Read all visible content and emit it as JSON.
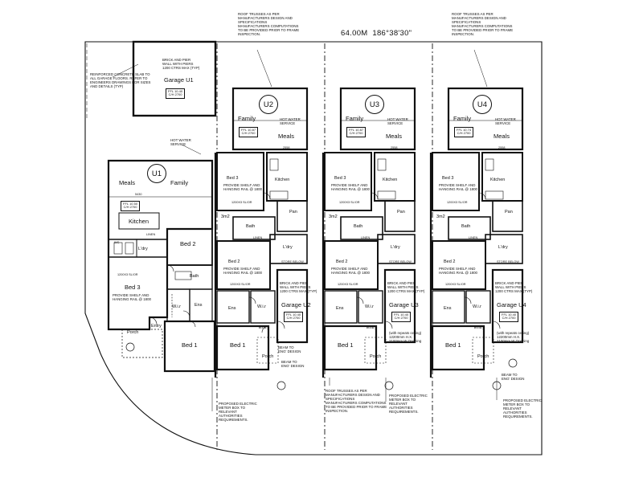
{
  "title": {
    "dimension": "64.00M",
    "bearing": "186°38'30\""
  },
  "units": [
    "U1",
    "U2",
    "U3",
    "U4"
  ],
  "rooms": {
    "family": "Family",
    "meals": "Meals",
    "kitchen": "Kitchen",
    "bed1": "Bed 1",
    "bed2": "Bed 2",
    "bed3": "Bed 3",
    "bath": "Bath",
    "ldry": "L'dry",
    "ens": "Ens",
    "wir": "W.i.r",
    "entry": "Entry",
    "porch": "Porch",
    "pan": "Pan",
    "linen": "LINEN",
    "store": "STORE BELOW",
    "wc": "WC",
    "m2": "3m2",
    "garage_u1": "Garage U1",
    "garage_u2": "Garage U2",
    "garage_u3": "Garage U3",
    "garage_u4": "Garage U4"
  },
  "notes": {
    "roof_trusses_top": "ROOF TRUSSES AS PER\nMANUFACTURERS DESIGN AND\nSPECIFICATIONS\nMANUFACTURERS COMPUTATIONS\nTO BE PROVIDED PRIOR TO FRAME\nINSPECTION.",
    "roof_trusses_bottom": "ROOF TRUSSES AS PER\nMANUFACTURERS DESIGN AND\nSPECIFICATIONS\nMANUFACTURERS COMPUTATIONS\nTO BE PROVIDED PRIOR TO FRAME\nINSPECTION.",
    "reinforced_slab": "REINFORCED CONCRETE SLAB TO\nALL GARAGE FLOORS. REFER TO\nENGINEERS DRAWINGS FOR SIZES\nAND DETAILS (TYP)",
    "brick_pier_u1": "BRICK AND PIER\nWALL WITH PIERS\n1200 CTRS MAX (TYP)",
    "brick_pier": "BRICK AND PIER\nWALL WITH PIERS\n1200 CTRS MAX (TYP)",
    "hot_water": "HOT WATER\nSERVICE",
    "shelf_rail": "PROVIDE SHELF AND\nHANGING RAIL @ 1800",
    "electric_meter": "PROPOSED ELECTRIC\nMETER BOX TO\nRELEVANT\nAUTHORITIES\nREQUIREMENTS.",
    "beam": "BEAM TO\nENG' DESIGN",
    "lintel": "(with repeats ceiling)\n12200mm H.X.\n2100mm W Opening",
    "ffl_u1": "FFL 10.50\nC/H 2700",
    "ffl_u2": "FFL 10.87\nC/H 2700",
    "ffl_u3": "FFL 10.87\nC/H 2700",
    "ffl_u4": "FFL 10.74\nC/H 2700",
    "ffl_garage": "FFL 10.40\nC/H 2700",
    "sliding": "1200X3 SL/OR",
    "dim_5430": "5430",
    "dim_2558": "2558"
  }
}
